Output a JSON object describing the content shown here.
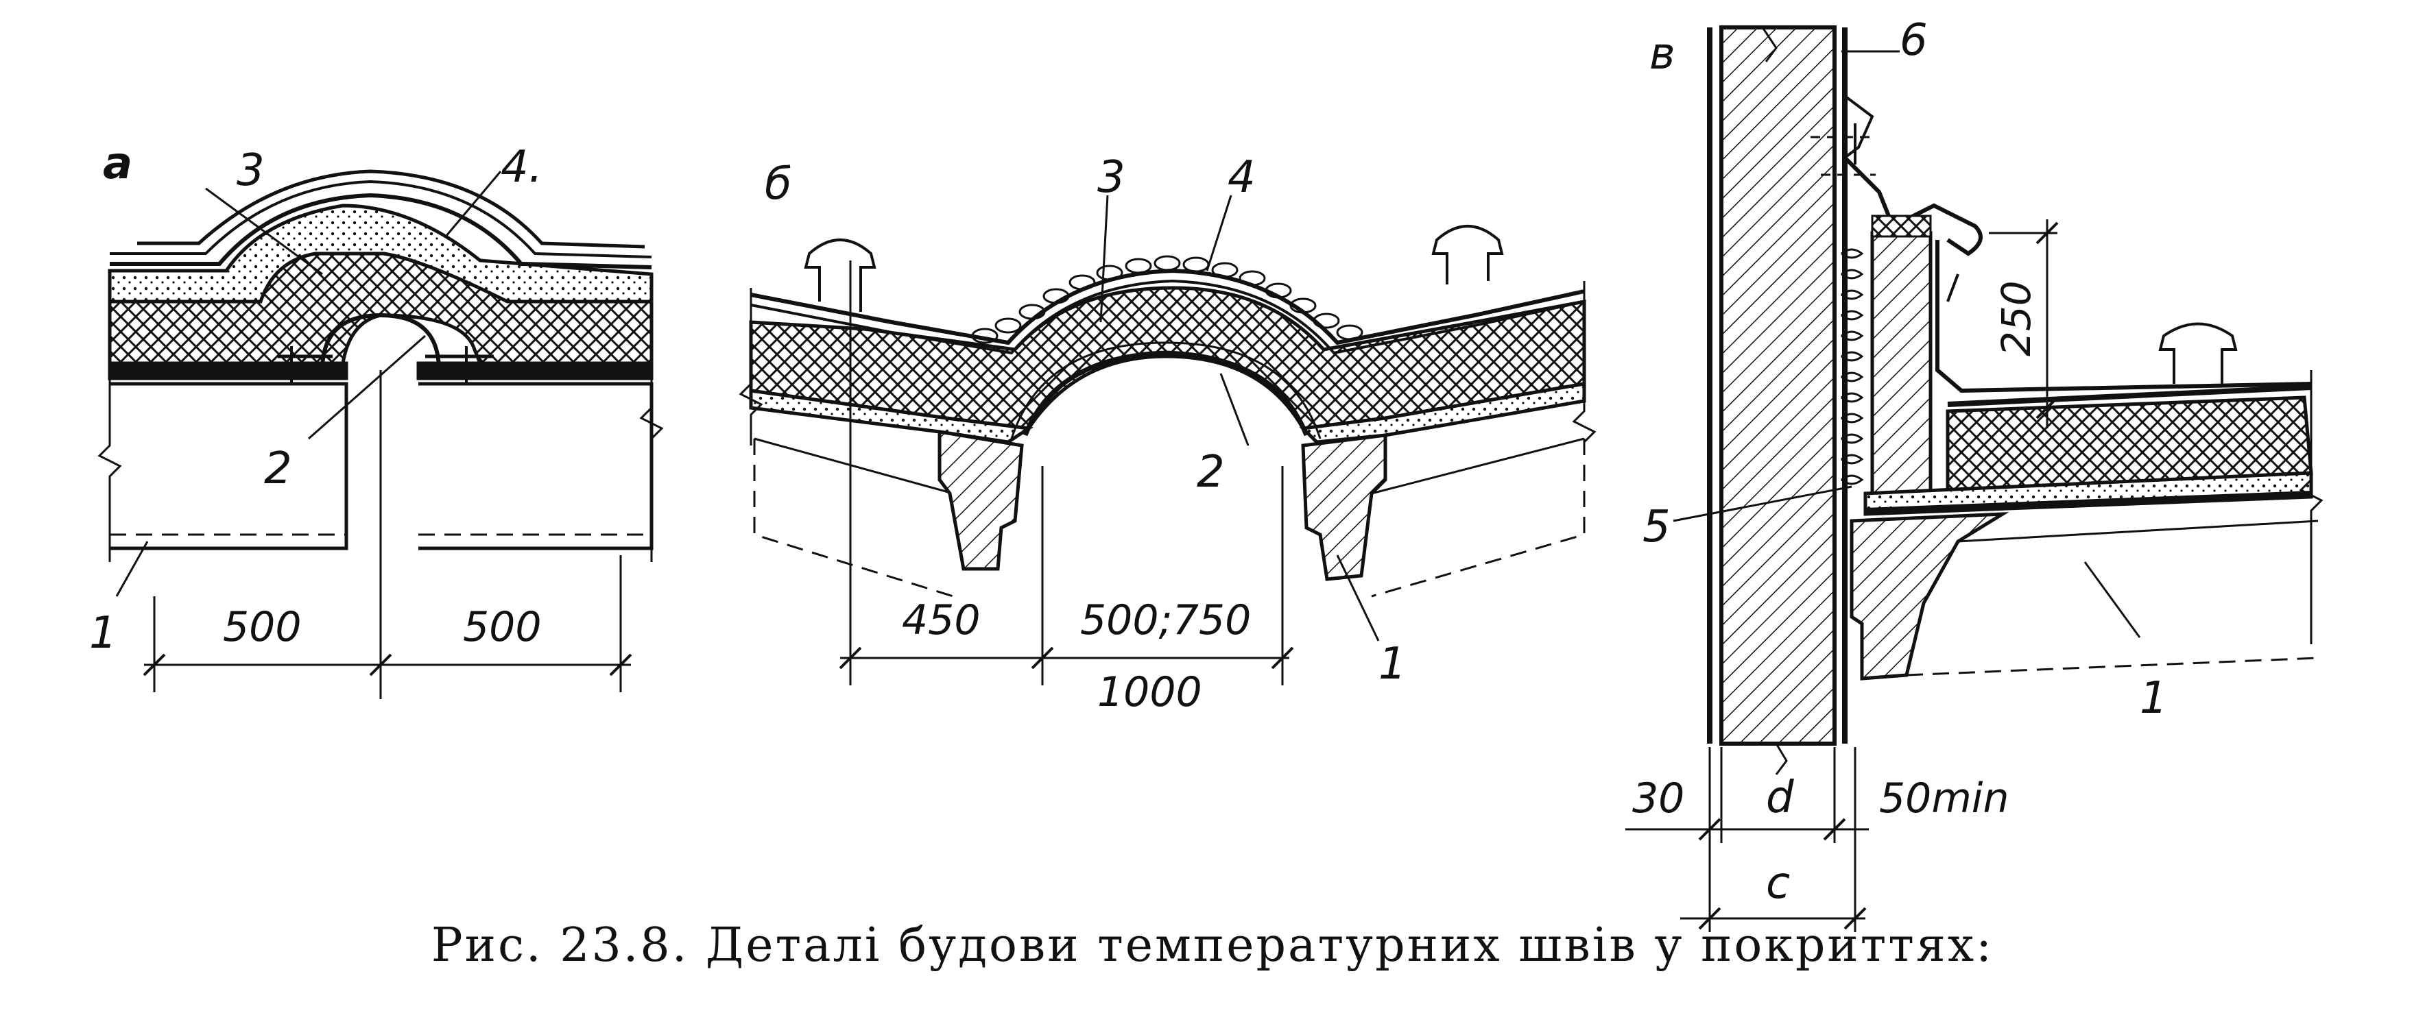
{
  "caption": "Рис. 23.8. Деталі будови температурних швів у покриттях:",
  "panel_a": {
    "letter": "а",
    "callouts": [
      "1",
      "2",
      "3",
      "4."
    ],
    "dims": [
      "500",
      "500"
    ]
  },
  "panel_b": {
    "letter": "б",
    "callouts": [
      "1",
      "2",
      "3",
      "4"
    ],
    "dims": [
      "450",
      "500;750",
      "1000"
    ]
  },
  "panel_c": {
    "letter": "в",
    "callouts": [
      "1",
      "5",
      "6"
    ],
    "dims": [
      "250",
      "30",
      "d",
      "50min",
      "c"
    ]
  },
  "colors": {
    "ink": "#111111",
    "paper": "#ffffff"
  }
}
